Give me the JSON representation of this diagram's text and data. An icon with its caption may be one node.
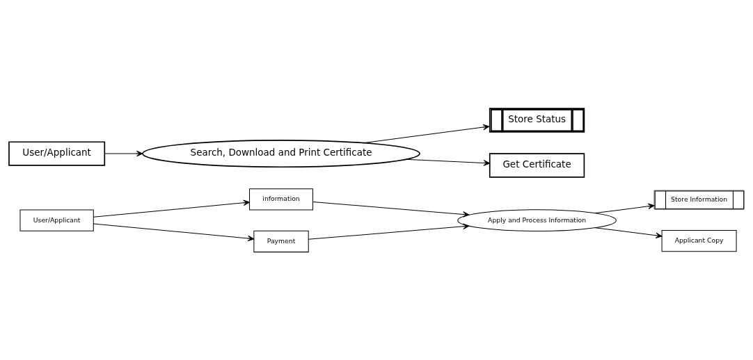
{
  "diagram": {
    "nodes": [
      {
        "text": [
          "User/Applicant"
        ]
      },
      {
        "text": [
          "information"
        ]
      },
      {
        "text": [
          "Payment"
        ]
      },
      {
        "text": [
          "Apply and Process Information"
        ]
      },
      {
        "text": [
          "Store Information"
        ]
      },
      {
        "text": [
          "Applicant Copy"
        ]
      },
      {
        "text": [
          "Store Status"
        ]
      },
      {
        "text": [
          "User/Applicant"
        ]
      },
      {
        "text": [
          "Search, Download and Print Certificate"
        ]
      },
      {
        "text": [
          "Get Certificate"
        ]
      }
    ],
    "edges": [
      {
        "from": 0,
        "to": 1,
        "arrow": "to"
      },
      {
        "from": 0,
        "to": 2,
        "arrow": "to"
      },
      {
        "from": 1,
        "to": 3,
        "arrow": "to"
      },
      {
        "from": 2,
        "to": 3,
        "arrow": "to"
      },
      {
        "from": 3,
        "to": 4,
        "arrow": "to"
      },
      {
        "from": 3,
        "to": 5,
        "arrow": "to"
      },
      {
        "from": 7,
        "to": 8,
        "arrow": "to"
      },
      {
        "from": 8,
        "to": 6,
        "arrow": "to"
      },
      {
        "from": 8,
        "to": 9,
        "arrow": "to"
      }
    ]
  }
}
